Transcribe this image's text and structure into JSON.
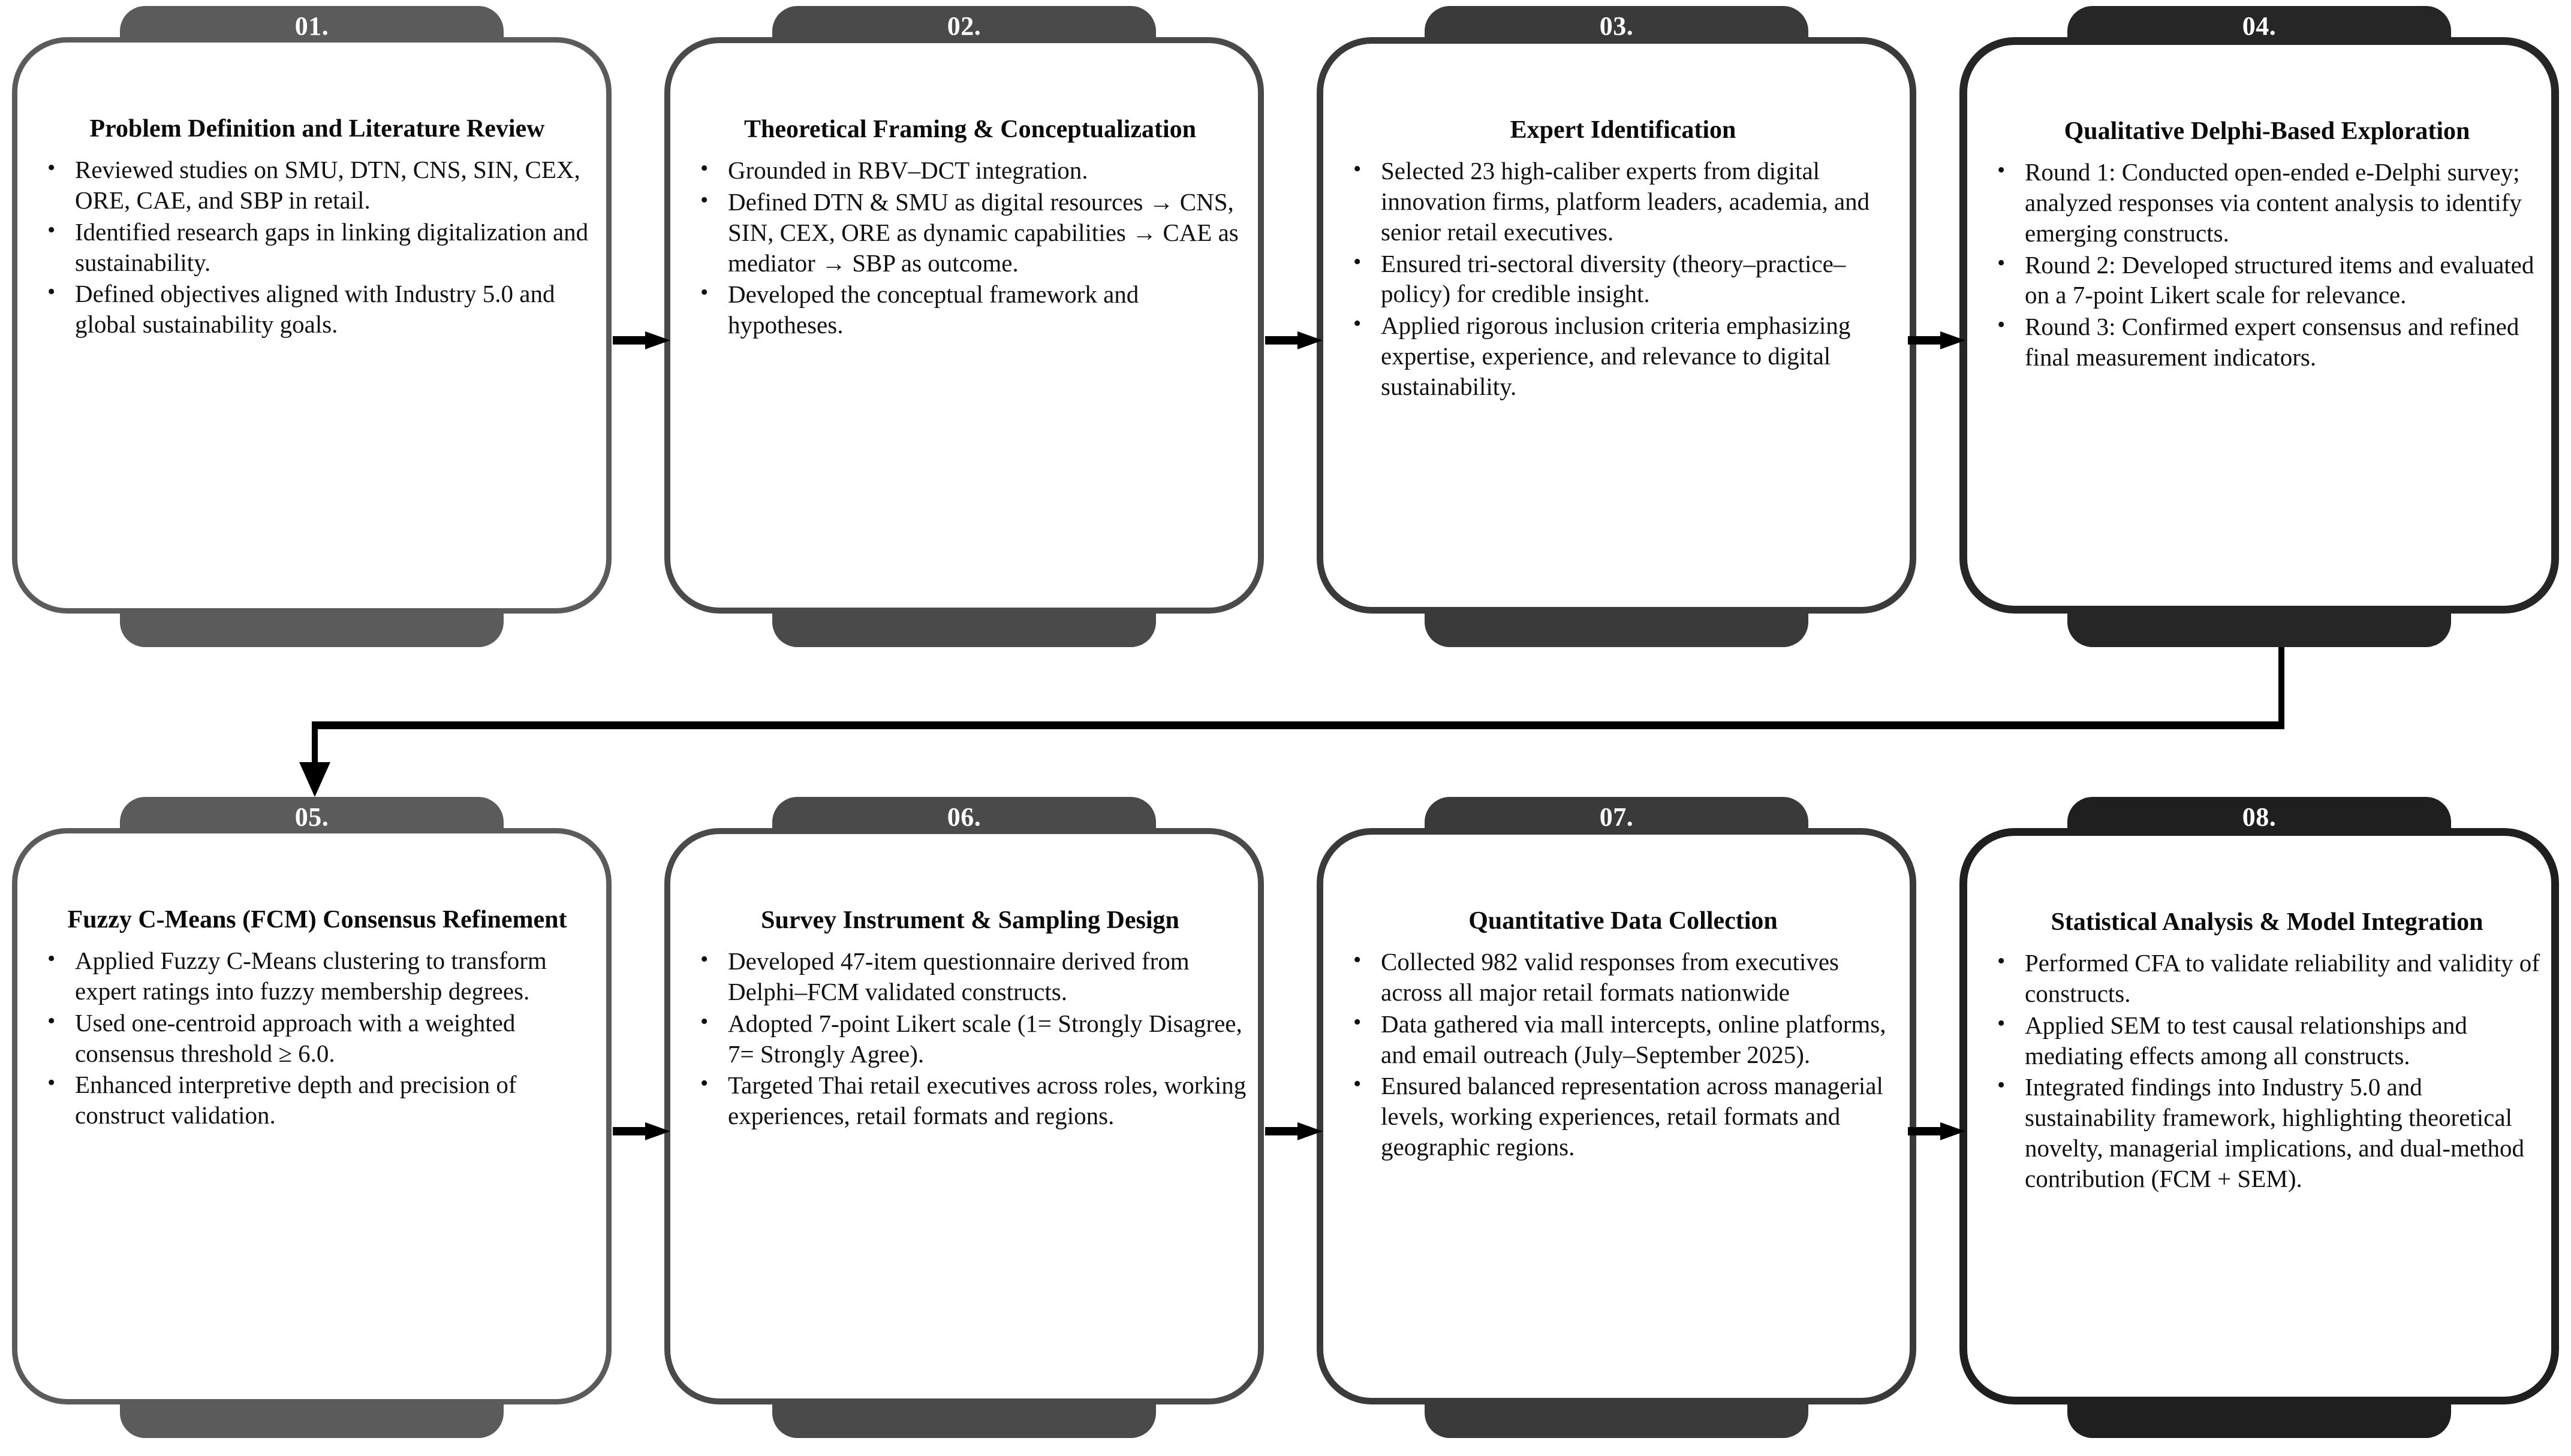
{
  "figure": {
    "type": "flowchart",
    "orientation": "two-row-snake",
    "title_present": false,
    "accent_colors": {
      "shade_01": "#5b5b5b",
      "shade_02": "#4a4a4a",
      "shade_03": "#3a3a3a",
      "shade_04": "#262626",
      "shade_05": "#5b5b5b",
      "shade_06": "#4a4a4a",
      "shade_07": "#3a3a3a",
      "shade_08": "#1f1f1f",
      "arrow": "#000000",
      "number_text": "#ffffff",
      "body_text": "#101010",
      "box_fill": "#ffffff"
    }
  },
  "steps": [
    {
      "number": "01.",
      "title": "Problem Definition and Literature Review",
      "bullets": [
        "Reviewed studies on SMU, DTN, CNS, SIN, CEX, ORE, CAE, and SBP in retail.",
        "Identified research gaps in linking digitalization and sustainability.",
        "Defined objectives aligned with Industry 5.0 and global sustainability goals."
      ]
    },
    {
      "number": "02.",
      "title": "Theoretical Framing & Conceptualization",
      "bullets": [
        "Grounded in RBV–DCT integration.",
        "Defined DTN & SMU as digital resources → CNS, SIN, CEX, ORE as dynamic capabilities → CAE as mediator → SBP as outcome.",
        "Developed the conceptual framework and hypotheses."
      ]
    },
    {
      "number": "03.",
      "title": "Expert Identification",
      "bullets": [
        "Selected 23 high-caliber experts from digital innovation firms, platform leaders, academia, and senior retail executives.",
        "Ensured tri-sectoral diversity (theory–practice–policy) for credible insight.",
        "Applied rigorous inclusion criteria emphasizing expertise, experience, and relevance to digital sustainability."
      ]
    },
    {
      "number": "04.",
      "title": "Qualitative Delphi-Based Exploration",
      "bullets": [
        "Round 1: Conducted open-ended e-Delphi survey; analyzed responses via content analysis to identify emerging constructs.",
        "Round 2: Developed structured items and evaluated on a 7-point Likert scale for relevance.",
        "Round 3: Confirmed expert consensus and refined final measurement indicators."
      ]
    },
    {
      "number": "05.",
      "title": "Fuzzy C-Means (FCM) Consensus Refinement",
      "bullets": [
        "Applied Fuzzy C-Means clustering to transform expert ratings into fuzzy membership degrees.",
        "Used one-centroid approach with a weighted consensus threshold ≥ 6.0.",
        "Enhanced interpretive depth and precision of construct validation."
      ]
    },
    {
      "number": "06.",
      "title": "Survey Instrument & Sampling Design",
      "bullets": [
        "Developed 47-item questionnaire derived from Delphi–FCM validated constructs.",
        "Adopted 7-point Likert scale (1= Strongly Disagree, 7= Strongly Agree).",
        "Targeted Thai retail executives across roles, working experiences, retail formats and regions."
      ]
    },
    {
      "number": "07.",
      "title": "Quantitative Data Collection",
      "bullets": [
        "Collected 982 valid responses from executives across all major retail formats nationwide",
        "Data gathered via mall intercepts, online platforms, and email outreach (July–September 2025).",
        "Ensured balanced representation across managerial levels, working experiences, retail formats and geographic regions."
      ]
    },
    {
      "number": "08.",
      "title": "Statistical Analysis & Model Integration",
      "bullets": [
        "Performed CFA to validate reliability and validity of constructs.",
        "Applied SEM to test causal relationships and mediating effects among all constructs.",
        "Integrated findings into Industry 5.0 and sustainability framework, highlighting theoretical novelty, managerial implications, and dual-method contribution (FCM + SEM)."
      ]
    }
  ],
  "connectors": [
    {
      "id": "arrow-01-02",
      "from": "01.",
      "to": "02.",
      "kind": "straight-right"
    },
    {
      "id": "arrow-02-03",
      "from": "02.",
      "to": "03.",
      "kind": "straight-right"
    },
    {
      "id": "arrow-03-04",
      "from": "03.",
      "to": "04.",
      "kind": "straight-right"
    },
    {
      "id": "elbow-04-05",
      "from": "04.",
      "to": "05.",
      "kind": "elbow-down-left-down"
    },
    {
      "id": "arrow-05-06",
      "from": "05.",
      "to": "06.",
      "kind": "straight-right"
    },
    {
      "id": "arrow-06-07",
      "from": "06.",
      "to": "07.",
      "kind": "straight-right"
    },
    {
      "id": "arrow-07-08",
      "from": "07.",
      "to": "08.",
      "kind": "straight-right"
    }
  ]
}
